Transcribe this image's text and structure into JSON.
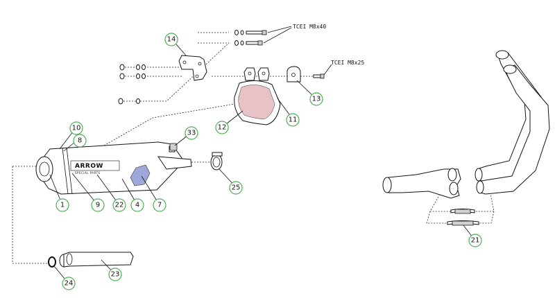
{
  "notes": {
    "tcei_m8x40": "TCEI M8x40",
    "tcei_m8x25": "TCEI M8x25"
  },
  "logo": {
    "main": "ARROW",
    "sub": "SPECIAL PARTS"
  },
  "callouts": [
    {
      "id": "c1",
      "label": "1"
    },
    {
      "id": "c4",
      "label": "4"
    },
    {
      "id": "c7",
      "label": "7"
    },
    {
      "id": "c8",
      "label": "8"
    },
    {
      "id": "c9",
      "label": "9"
    },
    {
      "id": "c10",
      "label": "10"
    },
    {
      "id": "c11",
      "label": "11"
    },
    {
      "id": "c12",
      "label": "12"
    },
    {
      "id": "c13",
      "label": "13"
    },
    {
      "id": "c14",
      "label": "14"
    },
    {
      "id": "c21",
      "label": "21"
    },
    {
      "id": "c22",
      "label": "22"
    },
    {
      "id": "c23",
      "label": "23"
    },
    {
      "id": "c24",
      "label": "24"
    },
    {
      "id": "c25",
      "label": "25"
    },
    {
      "id": "c33",
      "label": "33"
    }
  ],
  "colors": {
    "callout_ring": "#4caf50",
    "line": "#111111",
    "mesh": "#9ea8d8"
  }
}
